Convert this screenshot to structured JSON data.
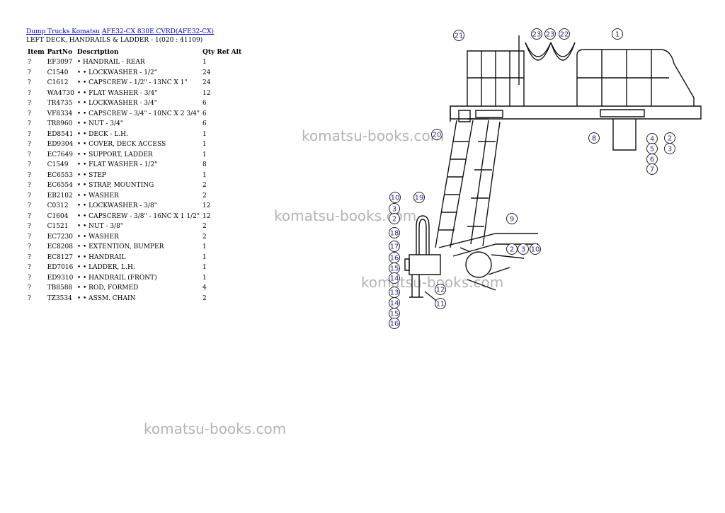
{
  "breadcrumb": {
    "link1": "Dump Trucks Komatsu",
    "link2": "AFE32-CX 830E CVRD(AFE32-CX)"
  },
  "subtitle": "LEFT DECK, HANDRAILS & LADDER - 1(020 : 41109)",
  "table": {
    "headers": [
      "Item",
      "PartNo",
      "Description",
      "Qty",
      "Ref",
      "Alt"
    ],
    "rows": [
      [
        "?",
        "EF3097",
        "• HANDRAIL - REAR",
        "1"
      ],
      [
        "?",
        "C1540",
        "• • LOCKWASHER - 1/2\"",
        "24"
      ],
      [
        "?",
        "C1612",
        "• • CAPSCREW - 1/2\" - 13NC X 1\"",
        "24"
      ],
      [
        "?",
        "WA4730",
        "• • FLAT WASHER - 3/4\"",
        "12"
      ],
      [
        "?",
        "TR4735",
        "• • LOCKWASHER - 3/4\"",
        "6"
      ],
      [
        "?",
        "VF8334",
        "• • CAPSCREW - 3/4\" - 10NC X 2 3/4\"",
        "6"
      ],
      [
        "?",
        "TR8960",
        "• • NUT - 3/4\"",
        "6"
      ],
      [
        "?",
        "ED8541",
        "• • DECK - L.H.",
        "1"
      ],
      [
        "?",
        "ED9304",
        "• • COVER, DECK ACCESS",
        "1"
      ],
      [
        "?",
        "EC7649",
        "• • SUPPORT, LADDER",
        "1"
      ],
      [
        "?",
        "C1549",
        "• • FLAT WASHER - 1/2\"",
        "8"
      ],
      [
        "?",
        "EC6553",
        "• • STEP",
        "1"
      ],
      [
        "?",
        "EC6554",
        "• • STRAP, MOUNTING",
        "2"
      ],
      [
        "?",
        "EB2102",
        "• • WASHER",
        "2"
      ],
      [
        "?",
        "C0312",
        "• • LOCKWASHER - 3/8\"",
        "12"
      ],
      [
        "?",
        "C1604",
        "• • CAPSCREW - 3/8\" - 16NC X 1 1/2\"",
        "12"
      ],
      [
        "?",
        "C1521",
        "• • NUT - 3/8\"",
        "2"
      ],
      [
        "?",
        "EC7230",
        "• • WASHER",
        "2"
      ],
      [
        "?",
        "EC8208",
        "• • EXTENTION, BUMPER",
        "1"
      ],
      [
        "?",
        "EC8127",
        "• • HANDRAIL",
        "1"
      ],
      [
        "?",
        "ED7016",
        "• • LADDER, L.H.",
        "1"
      ],
      [
        "?",
        "ED9310",
        "• • HANDRAIL (FRONT)",
        "1"
      ],
      [
        "?",
        "TB8588",
        "• • ROD, FORMED",
        "4"
      ],
      [
        "?",
        "TZ3534",
        "• • ASSM. CHAIN",
        "2"
      ]
    ]
  },
  "watermark": "komatsu-books.com",
  "callout_numbers": [
    "21",
    "23",
    "23",
    "22",
    "1",
    "20",
    "8",
    "4",
    "2",
    "5",
    "3",
    "6",
    "7",
    "10",
    "19",
    "3",
    "2",
    "9",
    "18",
    "17",
    "16",
    "15",
    "14",
    "2",
    "3",
    "10",
    "12",
    "13",
    "11",
    "14",
    "15",
    "16"
  ]
}
